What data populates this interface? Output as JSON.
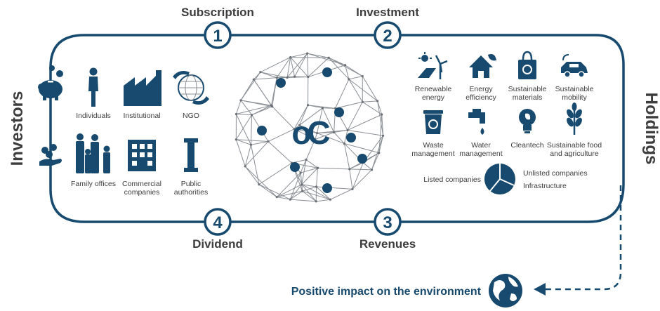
{
  "colors": {
    "navy": "#174a6e",
    "text": "#3d3d3d",
    "mesh": "#8a8f95",
    "white": "#ffffff"
  },
  "steps": [
    {
      "number": "1",
      "label": "Subscription"
    },
    {
      "number": "2",
      "label": "Investment"
    },
    {
      "number": "3",
      "label": "Revenues"
    },
    {
      "number": "4",
      "label": "Dividend"
    }
  ],
  "sides": {
    "left": "Investors",
    "right": "Holdings"
  },
  "investors": [
    {
      "label": "Individuals",
      "icon": "person-icon"
    },
    {
      "label": "Institutional",
      "icon": "factory-icon"
    },
    {
      "label": "NGO",
      "icon": "globe-hands-icon"
    },
    {
      "label": "Family offices",
      "icon": "family-icon"
    },
    {
      "label": "Commercial companies",
      "icon": "office-building-icon"
    },
    {
      "label": "Public authorities",
      "icon": "column-icon"
    }
  ],
  "holdings": [
    {
      "label": "Renewable energy",
      "icon": "solar-wind-icon"
    },
    {
      "label": "Energy efficiency",
      "icon": "eco-house-icon"
    },
    {
      "label": "Sustainable materials",
      "icon": "recycle-bag-icon"
    },
    {
      "label": "Sustainable mobility",
      "icon": "electric-car-icon"
    },
    {
      "label": "Waste management",
      "icon": "recycle-bin-icon"
    },
    {
      "label": "Water management",
      "icon": "faucet-icon"
    },
    {
      "label": "Cleantech",
      "icon": "lightbulb-icon"
    },
    {
      "label": "Sustainable food and agriculture",
      "icon": "wheat-icon"
    }
  ],
  "company_types": {
    "left": "Listed companies",
    "right": [
      "Unlisted companies",
      "Infrastructure"
    ]
  },
  "center_logo": "oC",
  "impact": "Positive impact on the environment",
  "icons": {
    "piggy": "piggy-bank-icon",
    "coins_hand": "coins-hand-icon",
    "earth": "earth-icon",
    "network": "network-sphere-icon"
  }
}
